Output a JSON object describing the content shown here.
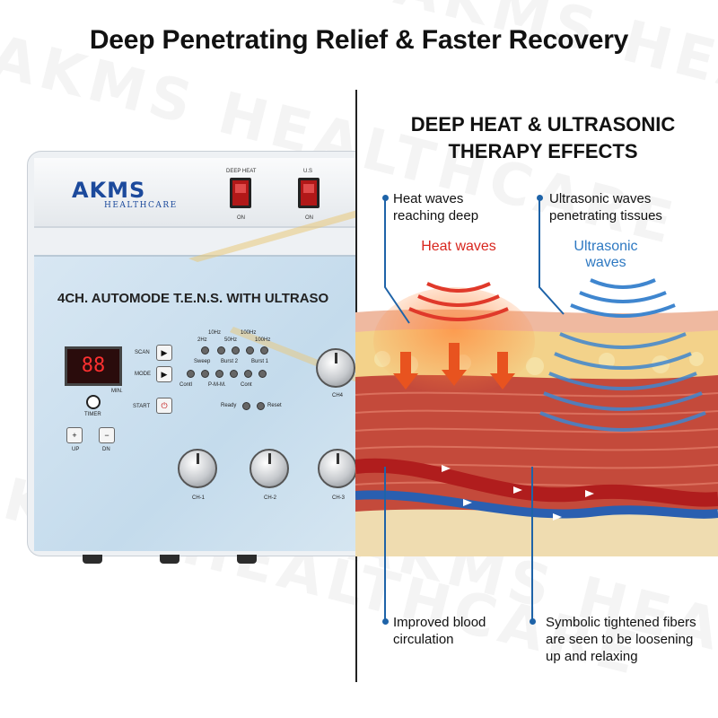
{
  "headline": "Deep Penetrating Relief & Faster Recovery",
  "watermark": "AKMS HEALTHCARE",
  "device": {
    "brand": "AKMS",
    "brand_sub": "HEALTHCARE",
    "switches": [
      {
        "label": "DEEP HEAT",
        "state": "ON"
      },
      {
        "label": "U.S",
        "state": "ON"
      }
    ],
    "panel_title": "4CH. AUTOMODE T.E.N.S. WITH ULTRASO",
    "display": "88",
    "display_unit": "MIN.",
    "buttons": {
      "scan": "SCAN",
      "mode": "MODE",
      "start": "START",
      "timer": "TIMER",
      "up": "UP",
      "dn": "DN"
    },
    "freqs": [
      "2Hz",
      "10Hz",
      "50Hz",
      "100Hz",
      "100Hz"
    ],
    "modes": [
      "Sweep",
      "Burst 2",
      "Burst 1",
      "Contl",
      "P-M-M.",
      "Cont"
    ],
    "status": {
      "ready": "Ready",
      "reset": "Reset"
    },
    "channels": [
      "CH-1",
      "CH-2",
      "CH-3",
      "CH4"
    ]
  },
  "effects": {
    "title": "DEEP HEAT & ULTRASONIC THERAPY EFFECTS",
    "heat_callout": "Heat waves reaching deep",
    "ultrasonic_callout": "Ultrasonic waves penetrating tissues",
    "heat_label": "Heat waves",
    "ultrasonic_label": "Ultrasonic waves",
    "blood_callout": "Improved blood circulation",
    "fibers_callout": "Symbolic tightened fibers are seen to be loosening up and relaxing"
  },
  "colors": {
    "heat": "#d8261e",
    "ultrasonic": "#2e79c2",
    "accent_blue": "#1e63a8",
    "brand": "#1c4a9c"
  }
}
